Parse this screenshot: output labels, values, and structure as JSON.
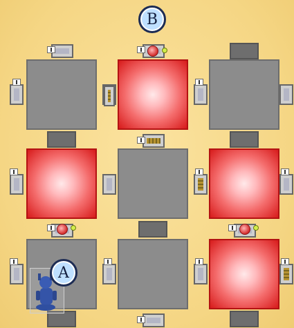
{
  "markers": {
    "start": "A",
    "goal": "B"
  },
  "rooms": [
    {
      "row": 1,
      "col": 1,
      "state": "unlit"
    },
    {
      "row": 1,
      "col": 2,
      "state": "lit"
    },
    {
      "row": 1,
      "col": 3,
      "state": "unlit"
    },
    {
      "row": 2,
      "col": 1,
      "state": "lit"
    },
    {
      "row": 2,
      "col": 2,
      "state": "unlit"
    },
    {
      "row": 2,
      "col": 3,
      "state": "lit"
    },
    {
      "row": 3,
      "col": 1,
      "state": "unlit"
    },
    {
      "row": 3,
      "col": 2,
      "state": "unlit"
    },
    {
      "row": 3,
      "col": 3,
      "state": "lit"
    }
  ],
  "colors": {
    "lit_room": "#d71b1b",
    "unlit_room": "#8c8c8c",
    "background": "#f6d98b"
  },
  "icons": {
    "player": "robot-figure-icon",
    "lock": "red-lock-icon",
    "key": "green-key-icon",
    "door": "door-icon"
  }
}
